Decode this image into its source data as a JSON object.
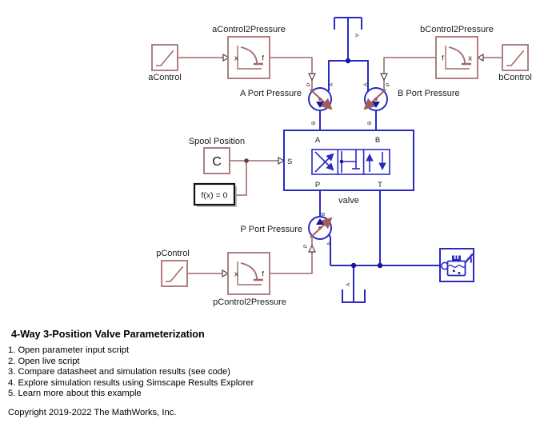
{
  "diagram": {
    "blocks": {
      "a_control": {
        "label": "aControl",
        "icon": "ramp-icon"
      },
      "a_control2pressure": {
        "label": "aControl2Pressure",
        "input_port": "x",
        "output_port": "f",
        "icon": "curve-lookup-icon"
      },
      "b_control": {
        "label": "bControl",
        "icon": "ramp-icon"
      },
      "b_control2pressure": {
        "label": "bControl2Pressure",
        "input_port": "x",
        "output_port": "f",
        "icon": "curve-lookup-icon"
      },
      "p_control": {
        "label": "pControl",
        "icon": "ramp-icon"
      },
      "p_control2pressure": {
        "label": "pControl2Pressure",
        "input_port": "x",
        "output_port": "f",
        "icon": "curve-lookup-icon"
      },
      "spool_position": {
        "label": "Spool Position",
        "symbol": "C"
      },
      "solver_config": {
        "label": "f(x) = 0"
      },
      "valve": {
        "label": "valve",
        "port_a": "A",
        "port_b": "B",
        "port_p": "P",
        "port_t": "T",
        "port_s": "S"
      },
      "a_port_pressure": {
        "label": "A Port Pressure",
        "port_p": "P",
        "port_a": "A",
        "port_b": "B"
      },
      "b_port_pressure": {
        "label": "B Port Pressure",
        "port_p": "P",
        "port_a": "A",
        "port_b": "B"
      },
      "p_port_pressure": {
        "label": "P Port Pressure",
        "port_p": "P",
        "port_a": "A",
        "port_b": "B"
      },
      "reservoir_top": {
        "port_label": "A"
      },
      "reservoir_bottom": {
        "port_label": "A"
      },
      "hydraulic_fluid": {
        "icon": "oil-can-icon"
      }
    },
    "colors": {
      "physical_line_blue": "#2a2ac2",
      "junction_navy": "#16169b",
      "signal_line_maroon": "#a06a6a",
      "block_border_maroon": "#b17f7f",
      "sensor_arrow_maroon": "#9f5c5c",
      "background": "#ffffff"
    }
  },
  "description": {
    "title": "4-Way 3-Position Valve Parameterization",
    "items": [
      "1. Open parameter input script",
      "2. Open live script",
      "3. Compare datasheet and simulation results (see code)",
      "4. Explore simulation results using Simscape Results Explorer",
      "5. Learn more about this example"
    ],
    "copyright": "Copyright 2019-2022 The MathWorks, Inc."
  }
}
